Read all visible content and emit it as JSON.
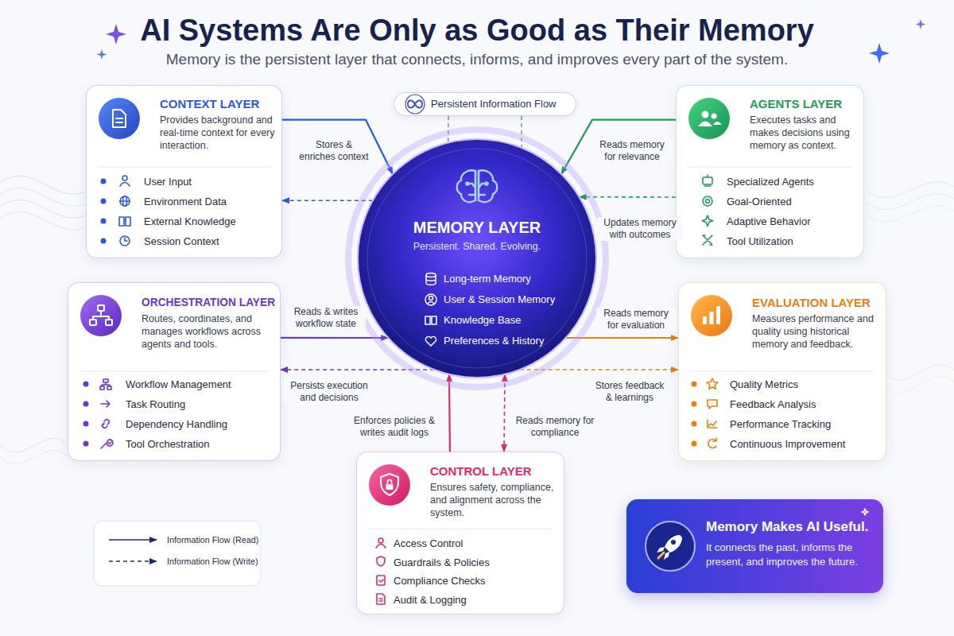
{
  "diagram": {
    "title": "AI Systems Are Only as Good as Their Memory",
    "nodes": [
      {
        "text": [
          "CONTEXT LAYER",
          "Provides background and real-time context for every interaction.",
          "User Input",
          "Environment Data",
          "External Knowledge",
          "Session Context"
        ]
      },
      {
        "text": [
          "Persistent Information Flow"
        ]
      },
      {
        "text": [
          "AGENTS LAYER",
          "Executes tasks and makes decisions using memory as context.",
          "Specialized Agents",
          "Goal-Oriented",
          "Adaptive Behavior",
          "Tool Utilization"
        ]
      },
      {
        "text": [
          "MEMORY LAYER",
          "Persistent. Shared. Evolving.",
          "Long-term Memory",
          "User & Session Memory",
          "Knowledge Base",
          "Preferences & History"
        ]
      },
      {
        "text": [
          "ORCHESTRATION LAYER",
          "Routes, coordinates, and manages workflows across agents and tools.",
          "Workflow Management",
          "Task Routing",
          "Dependency Handling",
          "Tool Orchestration"
        ]
      },
      {
        "text": [
          "EVALUATION LAYER",
          "Measures performance and quality using historical memory and feedback.",
          "Quality Metrics",
          "Feedback Analysis",
          "Performance Tracking",
          "Continuous Improvement"
        ]
      },
      {
        "text": [
          "CONTROL LAYER",
          "Ensures safety, compliance, and alignment across the system.",
          "Access Control",
          "Guardrails & Policies",
          "Compliance Checks",
          "Audit & Logging"
        ]
      },
      {
        "text": [
          "Memory Makes AI Useful.",
          "It connects the past, informs the present, and improves the future."
        ]
      }
    ],
    "edges": [
      {
        "from": 0,
        "to": 3,
        "label": "Stores & enriches context",
        "arrow": "to"
      },
      {
        "from": 3,
        "to": 0,
        "arrow": "to"
      },
      {
        "from": 1,
        "to": 3,
        "arrow": "none"
      },
      {
        "from": 1,
        "to": 3,
        "arrow": "none"
      },
      {
        "from": 2,
        "to": 3,
        "label": "Reads memory for relevance",
        "arrow": "to"
      },
      {
        "from": 2,
        "to": 3,
        "label": "Updates memory with outcomes",
        "arrow": "to"
      },
      {
        "from": 4,
        "to": 3,
        "label": "Reads & writes workflow state",
        "arrow": "to"
      },
      {
        "from": 3,
        "to": 4,
        "label": "Persists execution and decisions",
        "arrow": "to"
      },
      {
        "from": 3,
        "to": 5,
        "label": "Reads memory for evaluation",
        "arrow": "to"
      },
      {
        "from": 3,
        "to": 5,
        "label": "Stores feedback & learnings",
        "arrow": "to"
      },
      {
        "from": 6,
        "to": 3,
        "label": "Enforces policies & writes audit logs",
        "arrow": "to"
      },
      {
        "from": 6,
        "to": 3,
        "label": "Reads memory for compliance",
        "arrow": "both"
      }
    ],
    "labels": [
      "Memory is the persistent layer that connects, informs, and improves every part of the system."
    ],
    "legend": [
      {
        "text": "Information Flow (Read)"
      },
      {
        "text": "Information Flow (Write)"
      }
    ]
  }
}
